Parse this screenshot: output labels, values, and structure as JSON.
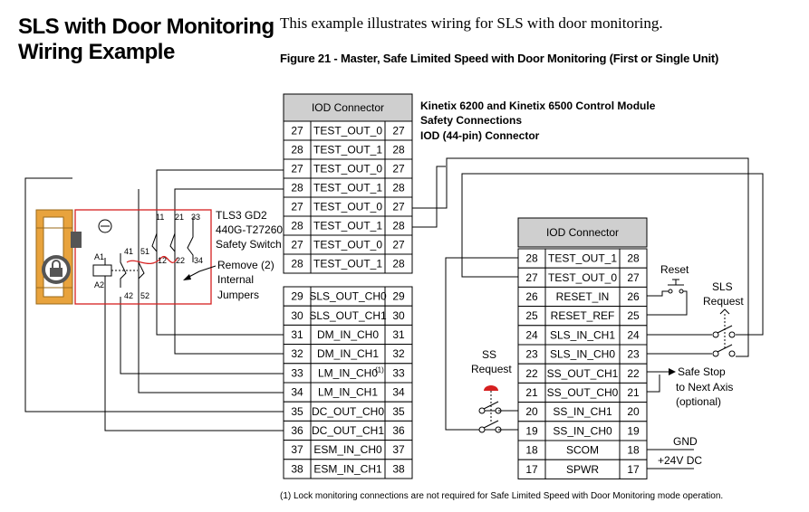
{
  "heading": {
    "line1": "SLS with Door Monitoring",
    "line2": "Wiring Example"
  },
  "intro": "This example illustrates wiring for SLS with door monitoring.",
  "figure_caption": "Figure 21 - Master, Safe Limited Speed with Door Monitoring (First or Single Unit)",
  "footnote": "(1)   Lock monitoring connections are not required for Safe Limited Speed with Door Monitoring mode operation.",
  "left_connector": {
    "header": "IOD Connector",
    "rows": [
      {
        "pin": "27",
        "signal": "TEST_OUT_0"
      },
      {
        "pin": "28",
        "signal": "TEST_OUT_1"
      },
      {
        "pin": "27",
        "signal": "TEST_OUT_0"
      },
      {
        "pin": "28",
        "signal": "TEST_OUT_1"
      },
      {
        "pin": "27",
        "signal": "TEST_OUT_0"
      },
      {
        "pin": "28",
        "signal": "TEST_OUT_1"
      },
      {
        "pin": "27",
        "signal": "TEST_OUT_0"
      },
      {
        "pin": "28",
        "signal": "TEST_OUT_1"
      },
      {
        "pin": "29",
        "signal": "SLS_OUT_CH0"
      },
      {
        "pin": "30",
        "signal": "SLS_OUT_CH1"
      },
      {
        "pin": "31",
        "signal": "DM_IN_CH0"
      },
      {
        "pin": "32",
        "signal": "DM_IN_CH1"
      },
      {
        "pin": "33",
        "signal": "LM_IN_CH0",
        "note": "(1)"
      },
      {
        "pin": "34",
        "signal": "LM_IN_CH1"
      },
      {
        "pin": "35",
        "signal": "DC_OUT_CH0"
      },
      {
        "pin": "36",
        "signal": "DC_OUT_CH1"
      },
      {
        "pin": "37",
        "signal": "ESM_IN_CH0"
      },
      {
        "pin": "38",
        "signal": "ESM_IN_CH1"
      }
    ]
  },
  "right_connector": {
    "header": "IOD Connector",
    "rows": [
      {
        "pin": "28",
        "signal": "TEST_OUT_1"
      },
      {
        "pin": "27",
        "signal": "TEST_OUT_0"
      },
      {
        "pin": "26",
        "signal": "RESET_IN"
      },
      {
        "pin": "25",
        "signal": "RESET_REF"
      },
      {
        "pin": "24",
        "signal": "SLS_IN_CH1"
      },
      {
        "pin": "23",
        "signal": "SLS_IN_CH0"
      },
      {
        "pin": "22",
        "signal": "SS_OUT_CH1"
      },
      {
        "pin": "21",
        "signal": "SS_OUT_CH0"
      },
      {
        "pin": "20",
        "signal": "SS_IN_CH1"
      },
      {
        "pin": "19",
        "signal": "SS_IN_CH0"
      },
      {
        "pin": "18",
        "signal": "SCOM"
      },
      {
        "pin": "17",
        "signal": "SPWR"
      }
    ]
  },
  "module_title": [
    "Kinetix 6200 and Kinetix 6500 Control Module",
    "Safety Connections",
    "IOD (44-pin) Connector"
  ],
  "switch_label": [
    "TLS3 GD2",
    "440G-T27260",
    "Safety Switch"
  ],
  "jumper_label": [
    "Remove (2)",
    "Internal",
    "Jumpers"
  ],
  "switch_terminals": {
    "t11": "11",
    "t21": "21",
    "t33": "33",
    "t41": "41",
    "t51": "51",
    "t12": "12",
    "t22": "22",
    "t34": "34",
    "t42": "42",
    "t52": "52",
    "a1": "A1",
    "a2": "A2"
  },
  "reset_label": "Reset",
  "sls_request": [
    "SLS",
    "Request"
  ],
  "ss_request": [
    "SS",
    "Request"
  ],
  "safe_stop": [
    "Safe Stop",
    "to Next Axis",
    "(optional)"
  ],
  "gnd_label": "GND",
  "v24_label": "+24V DC",
  "colors": {
    "header_fill": "#cfcfcf",
    "switch_border": "#d62020",
    "jumper": "#d62020",
    "wire": "#000000",
    "door_fill": "#e8a33d"
  }
}
